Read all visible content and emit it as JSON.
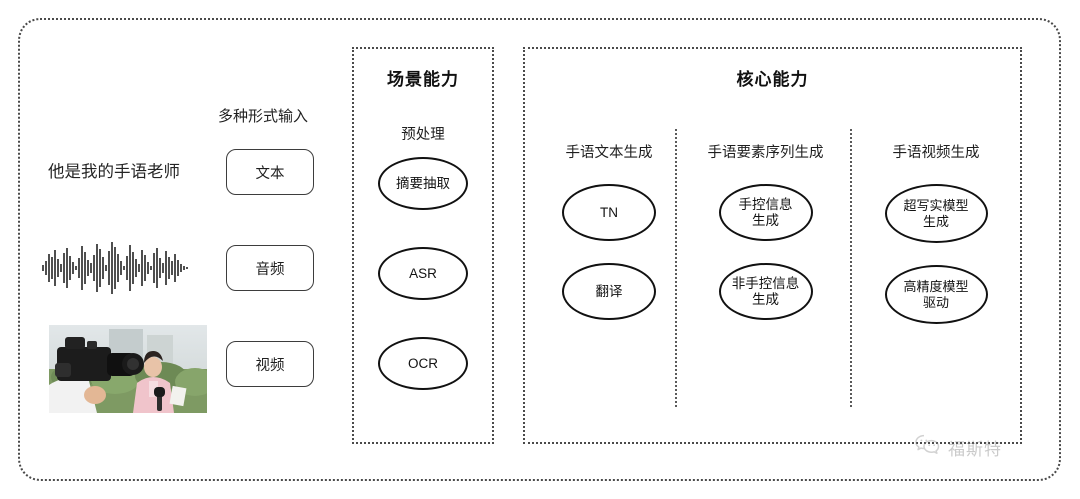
{
  "diagram": {
    "input_section": {
      "heading": "多种形式输入",
      "sample_sentence": "他是我的手语老师",
      "modalities": [
        {
          "label": "文本",
          "icon": "text-chip-icon"
        },
        {
          "label": "音频",
          "icon": "audio-waveform-icon"
        },
        {
          "label": "视频",
          "icon": "video-thumbnail-icon"
        }
      ]
    },
    "scene_panel": {
      "title": "场景能力",
      "subtitle": "预处理",
      "nodes": [
        "摘要抽取",
        "ASR",
        "OCR"
      ]
    },
    "core_panel": {
      "title": "核心能力",
      "columns": [
        {
          "header": "手语文本生成",
          "nodes": [
            "TN",
            "翻译"
          ]
        },
        {
          "header": "手语要素序列生成",
          "nodes": [
            "手控信息\n生成",
            "非手控信息\n生成"
          ]
        },
        {
          "header": "手语视频生成",
          "nodes": [
            "超写实模型\n生成",
            "高精度模型\n驱动"
          ]
        }
      ]
    },
    "watermark": {
      "text": "福斯特",
      "icon": "wechat-logo-icon"
    },
    "colors": {
      "border": "#4a4a4a",
      "node_stroke": "#111111",
      "text": "#1a1a1a",
      "background": "#ffffff",
      "watermark": "#777777"
    }
  }
}
